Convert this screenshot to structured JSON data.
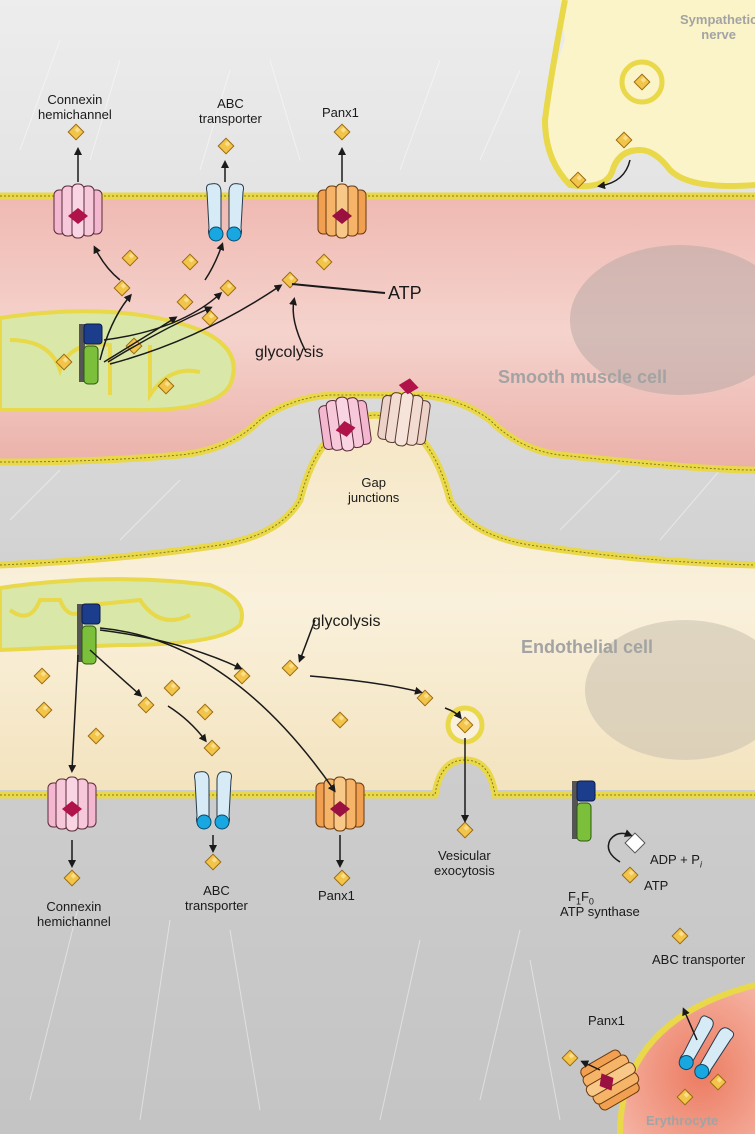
{
  "cells": {
    "sympathetic": "Sympathetic\nnerve",
    "smooth_muscle": "Smooth muscle cell",
    "endothelial": "Endothelial cell",
    "erythrocyte": "Erythrocyte"
  },
  "labels": {
    "connexin_top": "Connexin\nhemichannel",
    "abc_top": "ABC\ntransporter",
    "panx_top": "Panx1",
    "atp_main": "ATP",
    "glycolysis_top": "glycolysis",
    "gap_junctions": "Gap\njunctions",
    "glycolysis_bottom": "glycolysis",
    "connexin_bottom": "Connexin\nhemichannel",
    "abc_bottom": "ABC\ntransporter",
    "panx_bottom": "Panx1",
    "vesicular": "Vesicular\nexocytosis",
    "adp_pi_prefix": "ADP + P",
    "adp_pi_sub": "i",
    "atp_small": "ATP",
    "synthase_f": "F",
    "synthase_sub1": "1",
    "synthase_sub2": "F",
    "synthase_sub3": "0",
    "synthase_name": "ATP synthase",
    "abc_rbc": "ABC transporter",
    "panx_rbc": "Panx1"
  },
  "colors": {
    "background": "#d8d8d8",
    "smooth_muscle": "#f0c6c0",
    "endothelial": "#f7ecd0",
    "nerve": "#faf4c8",
    "erythrocyte": "#ef8e78",
    "mitochondria": "#d9e8a8",
    "membrane": "#e8d84a",
    "atp": "#f0c040",
    "connexin": "#f3b8cf",
    "abc": "#cfe6f3",
    "panx": "#f5b468",
    "label_grey": "#a3a3a3"
  }
}
